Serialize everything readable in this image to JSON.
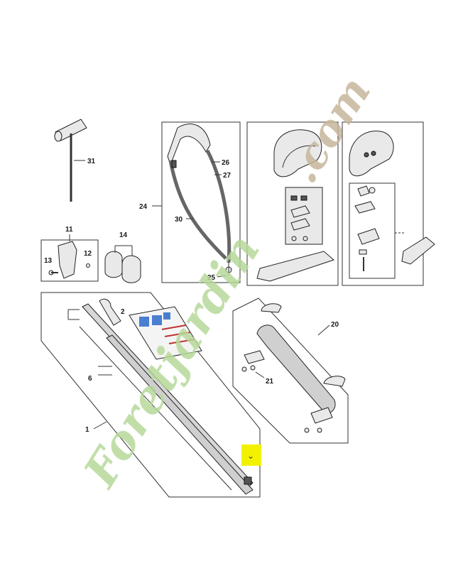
{
  "part_labels": {
    "p31": "31",
    "p26": "26",
    "p27": "27",
    "p24": "24",
    "p30": "30",
    "p25": "25",
    "p11": "11",
    "p13": "13",
    "p12": "12",
    "p14": "14",
    "p2": "2",
    "p6": "6",
    "p1": "1",
    "p20": "20",
    "p21": "21"
  },
  "watermark": {
    "text": "Foretjardin.com",
    "green": "#b6d89a",
    "brown": "#c7b59b"
  },
  "highlight": {
    "color": "#f2f200",
    "glyph": "⌄"
  }
}
